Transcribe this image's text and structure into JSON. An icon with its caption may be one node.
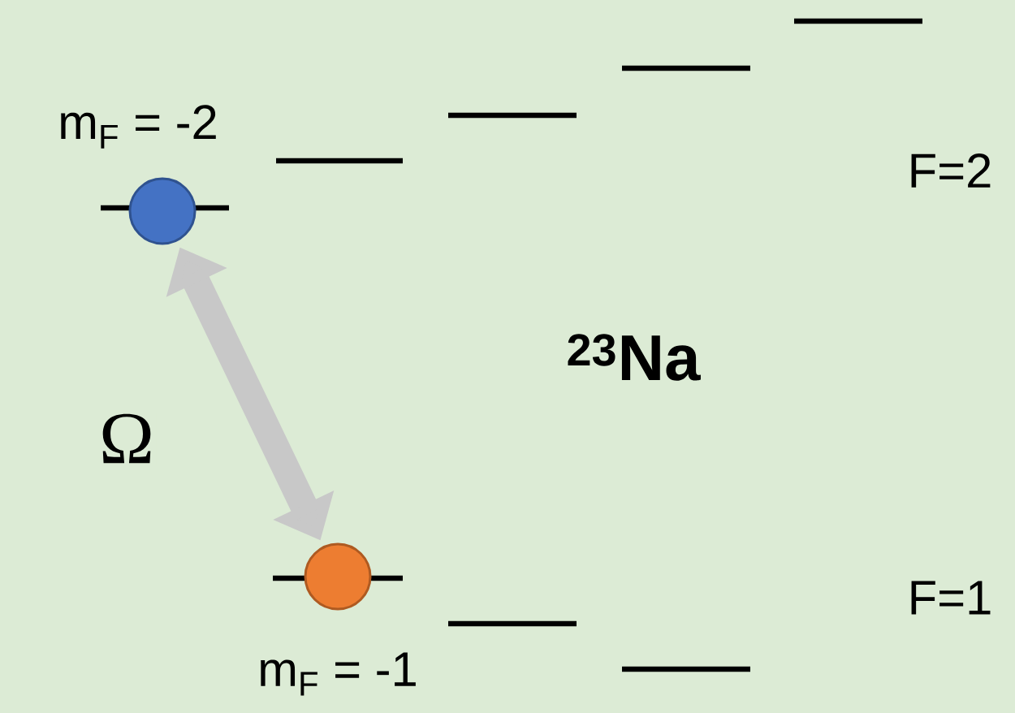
{
  "diagram": {
    "nodes": [
      {
        "text": [],
        "shape": "circle",
        "beside": [
          "m$_{F}$ = -2"
        ]
      },
      {
        "text": [],
        "shape": "circle",
        "beside": [
          "m$_{F}$ = -1"
        ]
      }
    ],
    "edges": [
      {
        "from": 0,
        "to": 1,
        "arrow": "both",
        "label": "Ω"
      }
    ],
    "labels": [
      "F=2",
      "$^{23}$Na",
      "F=1"
    ]
  }
}
